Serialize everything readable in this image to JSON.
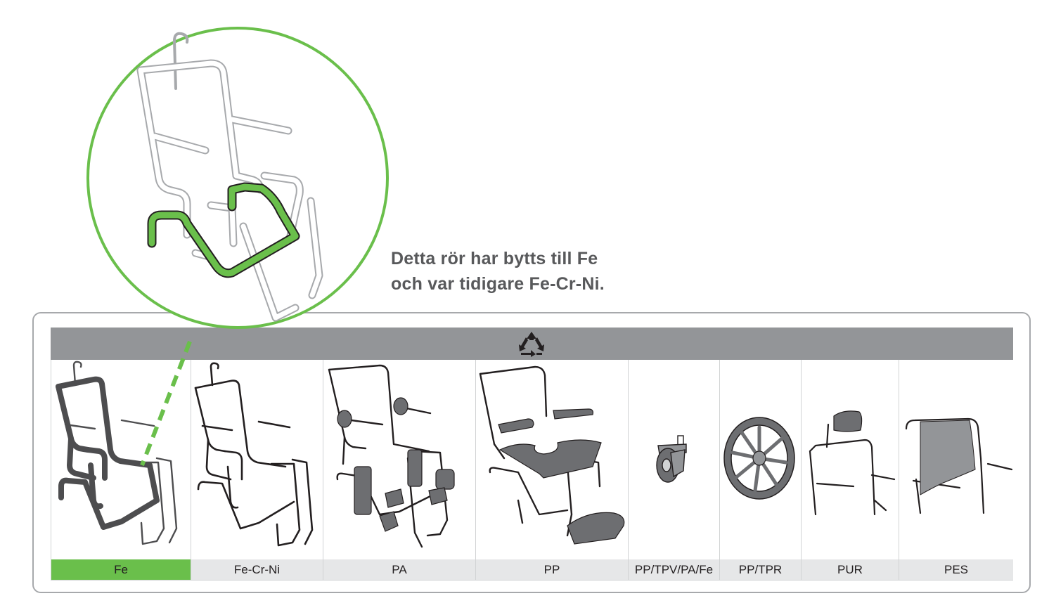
{
  "callout": {
    "line1": "Detta rör har bytts till Fe",
    "line2": "och var tidigare Fe-Cr-Ni."
  },
  "header": {
    "icon": "recycle-icon",
    "color": "#939598"
  },
  "materials": [
    {
      "label": "Fe",
      "highlighted": true
    },
    {
      "label": "Fe-Cr-Ni",
      "highlighted": false
    },
    {
      "label": "PA",
      "highlighted": false
    },
    {
      "label": "PP",
      "highlighted": false
    },
    {
      "label": "PP/TPV/PA/Fe",
      "highlighted": false
    },
    {
      "label": "PP/TPR",
      "highlighted": false
    },
    {
      "label": "PUR",
      "highlighted": false
    },
    {
      "label": "PES",
      "highlighted": false
    }
  ],
  "colors": {
    "highlight": "#6abf4b",
    "label_bg": "#e6e7e8",
    "text": "#58595b"
  }
}
